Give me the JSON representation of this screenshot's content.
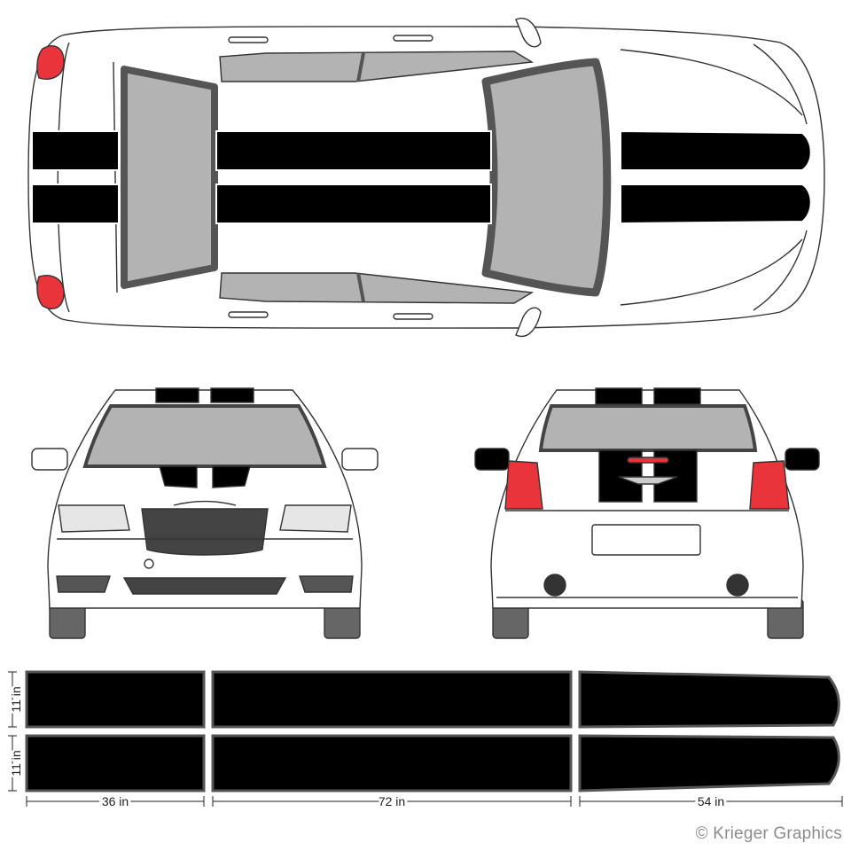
{
  "dimensions": {
    "stripe_height": "11 in",
    "stripe_height_2": "11 in",
    "segment_rear": "36 in",
    "segment_roof": "72 in",
    "segment_hood": "54 in"
  },
  "credit": "© Krieger Graphics",
  "colors": {
    "stripe": "#000000",
    "glass": "#b3b3b3",
    "body": "#ffffff",
    "outline": "#333333",
    "tail_light": "#e8343a",
    "tire": "#666666"
  }
}
